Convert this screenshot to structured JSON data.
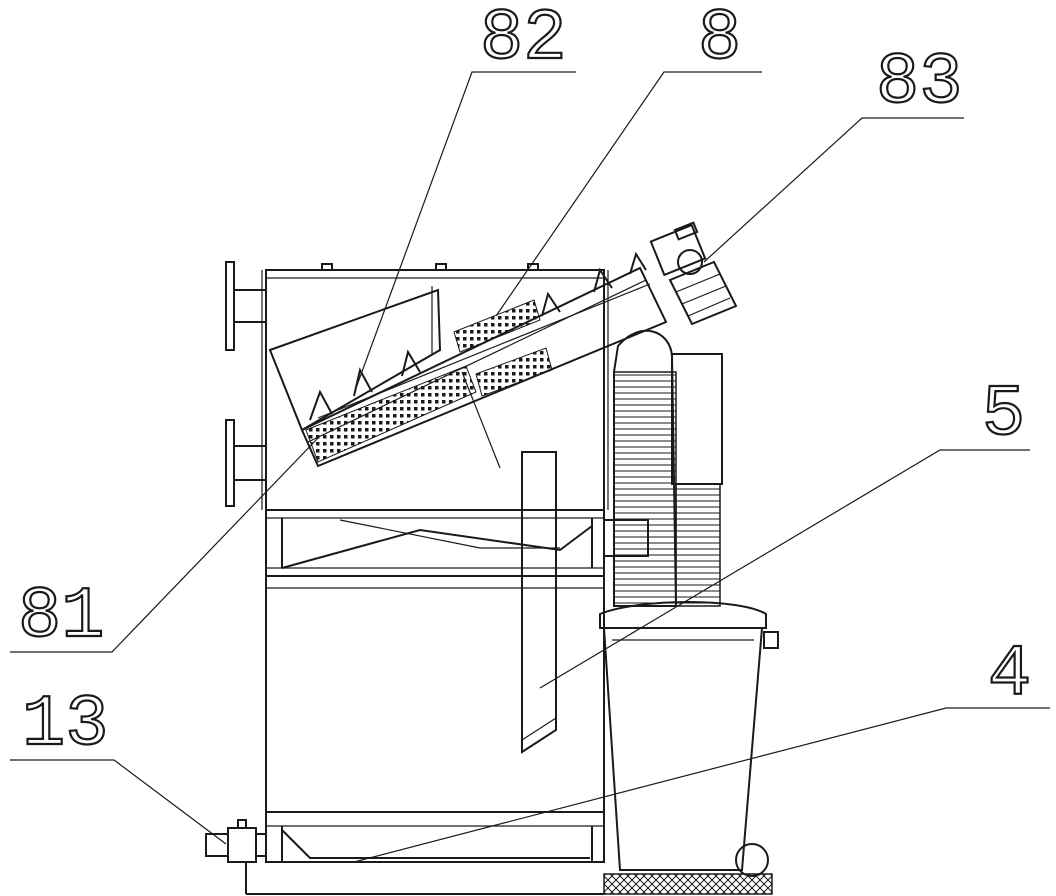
{
  "figure": {
    "labels": {
      "l82": "82",
      "l8": "8",
      "l83": "83",
      "l5": "5",
      "l81": "81",
      "l13": "13",
      "l4": "4"
    },
    "colors": {
      "line": "#1a1a1a",
      "background": "#ffffff"
    }
  }
}
